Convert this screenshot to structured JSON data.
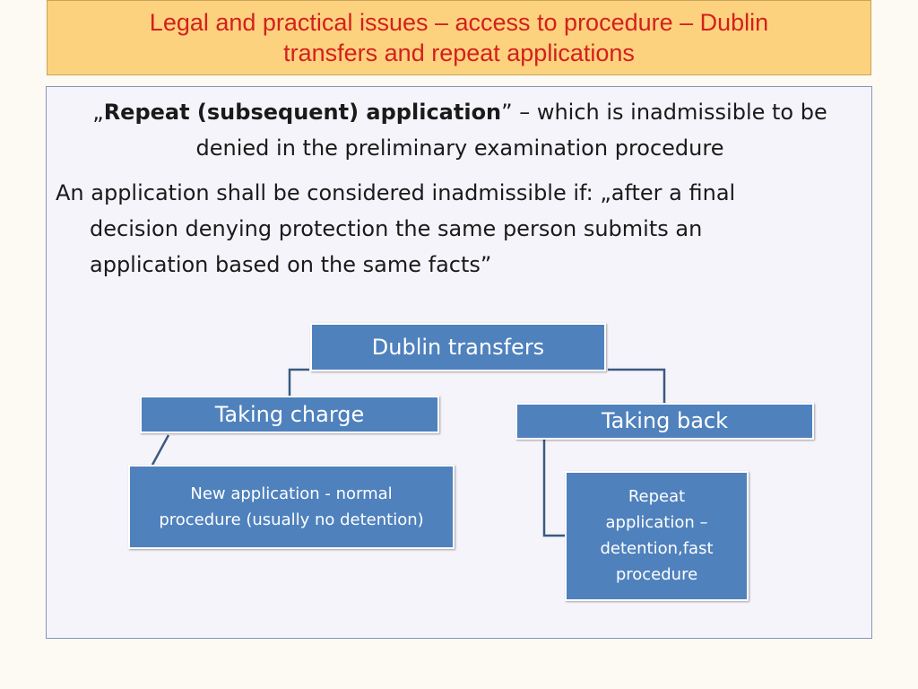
{
  "title": {
    "line1": "Legal and practical issues – access to procedure – Dublin",
    "line2": "transfers and repeat applications"
  },
  "content": {
    "definition": {
      "open_quote": "„",
      "term": "Repeat (subsequent) application",
      "rest_line1": "” – which is inadmissible to be",
      "rest_line2": "denied in the preliminary examination procedure"
    },
    "rule": {
      "line1": "An application shall be considered inadmissible if: „after a final",
      "line2": "decision denying protection the same person submits an",
      "line3": "application based on the same facts”"
    }
  },
  "diagram": {
    "root": "Dublin transfers",
    "left": "Taking charge",
    "right": "Taking back",
    "left_child": {
      "line1": "New application - normal",
      "line2": "procedure (usually no detention)"
    },
    "right_child": {
      "line1": "Repeat",
      "line2": "application –",
      "line3": "detention,fast",
      "line4": "procedure"
    }
  },
  "colors": {
    "title_bg": "#fdd27e",
    "title_text": "#d41f1f",
    "node_fill": "#4f81bd",
    "connector": "#3b5a7e"
  }
}
